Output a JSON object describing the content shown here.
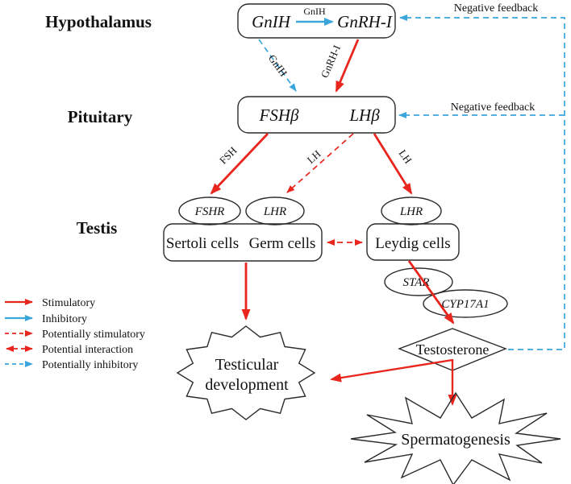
{
  "region_labels": {
    "hypothalamus": "Hypothalamus",
    "pituitary": "Pituitary",
    "testis": "Testis"
  },
  "hypothalamus_box": {
    "gnih": "GnIH",
    "internal_arrow_label": "GnIH",
    "gnrh": "GnRH-I"
  },
  "pituitary_box": {
    "fshb": "FSHβ",
    "lhb": "LHβ"
  },
  "receptors": {
    "fshr": "FSHR",
    "lhr_middle": "LHR",
    "lhr_right": "LHR"
  },
  "cells": {
    "sertoli": "Sertoli cells",
    "germ": "Germ cells",
    "leydig": "Leydig cells"
  },
  "enzymes": {
    "star": "STAR",
    "cyp17a1": "CYP17A1"
  },
  "outputs": {
    "testosterone": "Testosterone",
    "testicular_line1": "Testicular",
    "testicular_line2": "development",
    "spermatogenesis": "Spermatogenesis"
  },
  "edge_labels": {
    "gnih_to_pituitary": "GnIH",
    "gnrh_to_pituitary": "GnRH-I",
    "fsh": "FSH",
    "lh_dashed": "LH",
    "lh_solid": "LH",
    "negative_feedback_top": "Negative feedback",
    "negative_feedback_mid": "Negative feedback"
  },
  "legend": {
    "items": [
      {
        "label": "Stimulatory",
        "style": "solid-red"
      },
      {
        "label": "Inhibitory",
        "style": "solid-blue"
      },
      {
        "label": "Potentially stimulatory",
        "style": "dashed-red"
      },
      {
        "label": "Potential interaction",
        "style": "dashed-red-double"
      },
      {
        "label": "Potentially inhibitory",
        "style": "dashed-blue"
      }
    ]
  },
  "colors": {
    "stimulatory_red": "#e8261d",
    "inhibitory_blue": "#3aa6dc",
    "outline_black": "#2b2b2b",
    "background": "#ffffff"
  }
}
